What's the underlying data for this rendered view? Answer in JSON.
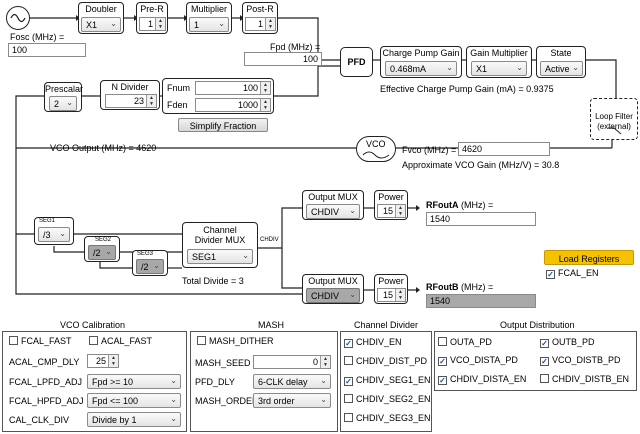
{
  "top": {
    "fosc_label": "Fosc (MHz) =",
    "fosc_value": "100",
    "doubler": {
      "label": "Doubler",
      "value": "X1"
    },
    "pre_r": {
      "label": "Pre-R",
      "value": "1"
    },
    "multiplier": {
      "label": "Multiplier",
      "value": "1"
    },
    "post_r": {
      "label": "Post-R",
      "value": "1"
    },
    "fpd_label": "Fpd (MHz) =",
    "fpd_value": "100",
    "pfd_label": "PFD",
    "cp_gain": {
      "label": "Charge Pump Gain",
      "value": "0.468mA"
    },
    "gain_mult": {
      "label": "Gain Multiplier",
      "value": "X1"
    },
    "state": {
      "label": "State",
      "value": "Active"
    },
    "eff_cp_gain": "Effective Charge Pump Gain (mA) = 0.9375",
    "loop_filter": "Loop Filter\n(external)"
  },
  "feedback": {
    "prescalar": {
      "label": "Prescalar",
      "value": "2"
    },
    "n_divider": {
      "label": "N Divider",
      "value": "23"
    },
    "fnum_label": "Fnum",
    "fnum_value": "100",
    "fden_label": "Fden",
    "fden_value": "1000",
    "simplify_label": "Simplify Fraction"
  },
  "vco": {
    "output_text": "VCO Output (MHz) = 4620",
    "vco_label": "VCO",
    "fvco_label": "Fvco (MHz) =",
    "fvco_value": "4620",
    "gain_text": "Approximate VCO Gain (MHz/V) = 30.8"
  },
  "channel": {
    "seg1": {
      "label": "SEG1",
      "value": "/3"
    },
    "seg2": {
      "label": "SEG2",
      "value": "/2"
    },
    "seg3": {
      "label": "SEG3",
      "value": "/2"
    },
    "mux": {
      "label": "Channel\nDivider MUX",
      "value": "SEG1"
    },
    "chdiv_text": "CHDIV",
    "total_divide": "Total Divide = 3"
  },
  "outputs": {
    "a": {
      "mux_label": "Output MUX",
      "mux_value": "CHDIV",
      "power_label": "Power",
      "power_value": "15",
      "rf_label": "RFoutA",
      "rf_unit": " (MHz) =",
      "rf_value": "1540"
    },
    "b": {
      "mux_label": "Output MUX",
      "mux_value": "CHDIV",
      "power_label": "Power",
      "power_value": "15",
      "rf_label": "RFoutB",
      "rf_unit": " (MHz) =",
      "rf_value": "1540"
    }
  },
  "load": {
    "button": "Load Registers",
    "fcal_en": "FCAL_EN",
    "fcal_en_checked": true
  },
  "vco_cal": {
    "title": "VCO Calibration",
    "fcal_fast": "FCAL_FAST",
    "acal_fast": "ACAL_FAST",
    "acal_cmp_dly_label": "ACAL_CMP_DLY",
    "acal_cmp_dly_value": "25",
    "fcal_lpfd_label": "FCAL_LPFD_ADJ",
    "fcal_lpfd_value": "Fpd >= 10",
    "fcal_hpfd_label": "FCAL_HPFD_ADJ",
    "fcal_hpfd_value": "Fpd <= 100",
    "cal_clk_div_label": "CAL_CLK_DIV",
    "cal_clk_div_value": "Divide by 1"
  },
  "mash": {
    "title": "MASH",
    "dither": "MASH_DITHER",
    "seed_label": "MASH_SEED",
    "seed_value": "0",
    "pfd_dly_label": "PFD_DLY",
    "pfd_dly_value": "6-CLK delay",
    "order_label": "MASH_ORDER",
    "order_value": "3rd order"
  },
  "chdiv_panel": {
    "title": "Channel Divider",
    "items": [
      {
        "label": "CHDIV_EN",
        "checked": true
      },
      {
        "label": "CHDIV_DIST_PD",
        "checked": false
      },
      {
        "label": "CHDIV_SEG1_EN",
        "checked": true
      },
      {
        "label": "CHDIV_SEG2_EN",
        "checked": false
      },
      {
        "label": "CHDIV_SEG3_EN",
        "checked": false
      }
    ]
  },
  "outdist": {
    "title": "Output Distribution",
    "items": [
      {
        "label": "OUTA_PD",
        "checked": false
      },
      {
        "label": "OUTB_PD",
        "checked": true
      },
      {
        "label": "VCO_DISTA_PD",
        "checked": true
      },
      {
        "label": "VCO_DISTB_PD",
        "checked": true
      },
      {
        "label": "CHDIV_DISTA_EN",
        "checked": true
      },
      {
        "label": "CHDIV_DISTB_EN",
        "checked": false
      }
    ]
  },
  "colors": {
    "accent_orange": "#f5c200",
    "check_blue": "#1a4fb5",
    "gray_field": "#a8a8a8"
  }
}
